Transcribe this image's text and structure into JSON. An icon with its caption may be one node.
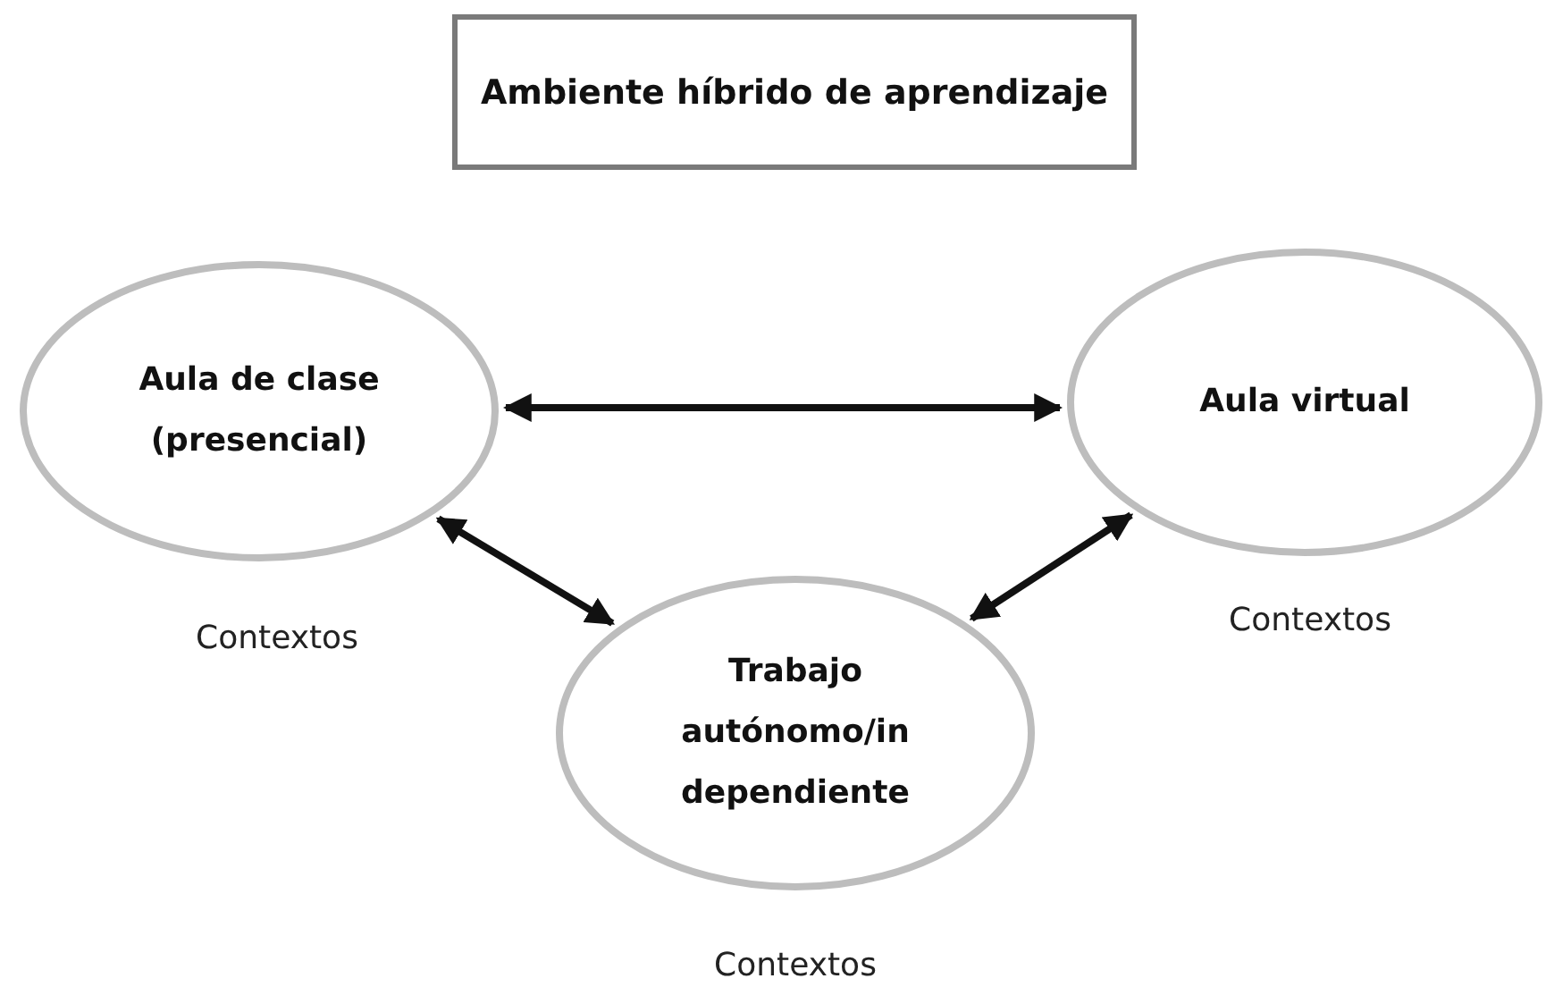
{
  "diagram": {
    "title": "Ambiente híbrido de aprendizaje",
    "nodes": [
      {
        "text": [
          "Aula de clase (presencial)"
        ],
        "beside": [
          "Contextos"
        ]
      },
      {
        "text": [
          "Aula virtual"
        ],
        "beside": [
          "Contextos"
        ]
      },
      {
        "text": [
          "Trabajo autónomo/in dependiente"
        ],
        "beside": [
          "Contextos"
        ]
      }
    ],
    "edges": [
      {
        "from": 0,
        "to": 1,
        "arrow": "both"
      },
      {
        "from": 0,
        "to": 2,
        "arrow": "both"
      },
      {
        "from": 1,
        "to": 2,
        "arrow": "both"
      }
    ]
  }
}
